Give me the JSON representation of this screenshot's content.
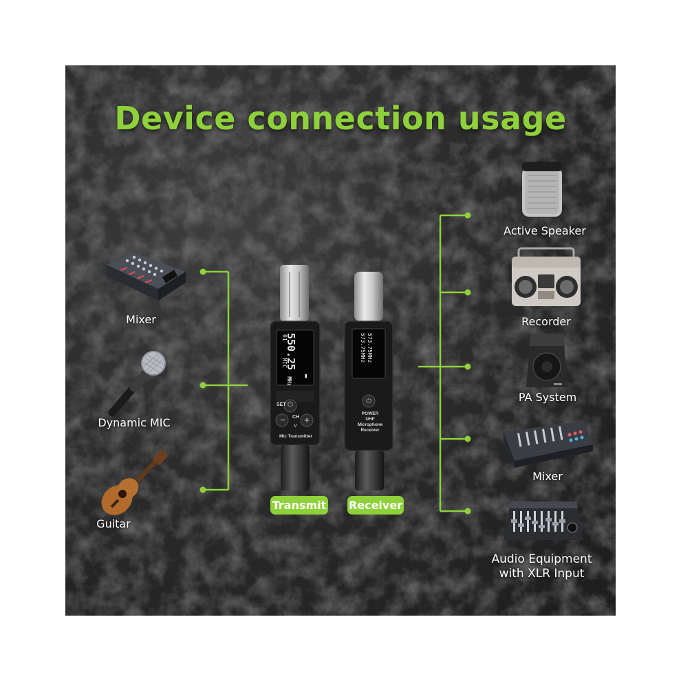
{
  "title": "Device connection usage",
  "accent_color": "#8fd13a",
  "inputs": [
    {
      "label": "Mixer",
      "icon": "audio-mixer-icon"
    },
    {
      "label": "Dynamic MIC",
      "icon": "dynamic-microphone-icon"
    },
    {
      "label": "Guitar",
      "icon": "ukulele-guitar-icon"
    }
  ],
  "outputs": [
    {
      "label": "Active Speaker",
      "icon": "active-speaker-icon"
    },
    {
      "label": "Recorder",
      "icon": "boombox-recorder-icon"
    },
    {
      "label": "PA System",
      "icon": "pa-speaker-icon"
    },
    {
      "label": "Mixer",
      "icon": "mixing-console-icon"
    },
    {
      "label": "Audio Equipment",
      "label2": "with XLR Input",
      "icon": "audio-interface-icon"
    }
  ],
  "transmitter": {
    "tag": "Transmit",
    "screen_freq": "550.25",
    "screen_unit": "MHz",
    "screen_ch": "01",
    "screen_mode": "MIC",
    "set_label": "SET",
    "ch_label": "CH",
    "v_label": "V",
    "minus_label": "−",
    "plus_label": "+",
    "device_name": "Mic Transmitter"
  },
  "receiver": {
    "tag": "Receiver",
    "screen_line1": "573.75MHz",
    "screen_line2": "573.75MHz",
    "power_label": "POWER",
    "line1": "UHF",
    "line2": "Microphone",
    "line3": "Receiver"
  }
}
